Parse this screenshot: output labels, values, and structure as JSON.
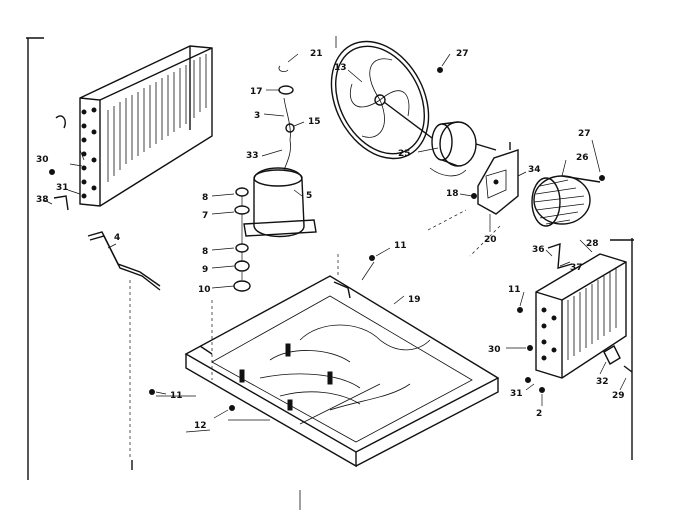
{
  "diagram": {
    "callouts": [
      {
        "id": "c21",
        "text": "21"
      },
      {
        "id": "c17",
        "text": "17"
      },
      {
        "id": "c3",
        "text": "3"
      },
      {
        "id": "c15",
        "text": "15"
      },
      {
        "id": "c33",
        "text": "33"
      },
      {
        "id": "c5",
        "text": "5"
      },
      {
        "id": "c8a",
        "text": "8"
      },
      {
        "id": "c7",
        "text": "7"
      },
      {
        "id": "c8b",
        "text": "8"
      },
      {
        "id": "c9",
        "text": "9"
      },
      {
        "id": "c10",
        "text": "10"
      },
      {
        "id": "c13",
        "text": "13"
      },
      {
        "id": "c27a",
        "text": "27"
      },
      {
        "id": "c25",
        "text": "25"
      },
      {
        "id": "c34",
        "text": "34"
      },
      {
        "id": "c26",
        "text": "26"
      },
      {
        "id": "c27b",
        "text": "27"
      },
      {
        "id": "c18",
        "text": "18"
      },
      {
        "id": "c20",
        "text": "20"
      },
      {
        "id": "c11a",
        "text": "11"
      },
      {
        "id": "c19",
        "text": "19"
      },
      {
        "id": "c36a",
        "text": "36"
      },
      {
        "id": "c28",
        "text": "28"
      },
      {
        "id": "c37",
        "text": "37"
      },
      {
        "id": "c11b",
        "text": "11"
      },
      {
        "id": "c30a",
        "text": "30"
      },
      {
        "id": "c31a",
        "text": "31"
      },
      {
        "id": "c38a",
        "text": "38"
      },
      {
        "id": "c4",
        "text": "4"
      },
      {
        "id": "c30b",
        "text": "30"
      },
      {
        "id": "c32",
        "text": "32"
      },
      {
        "id": "c31b",
        "text": "31"
      },
      {
        "id": "c29",
        "text": "29"
      },
      {
        "id": "c2",
        "text": "2"
      },
      {
        "id": "c11c",
        "text": "11"
      },
      {
        "id": "c12",
        "text": "12"
      }
    ]
  }
}
